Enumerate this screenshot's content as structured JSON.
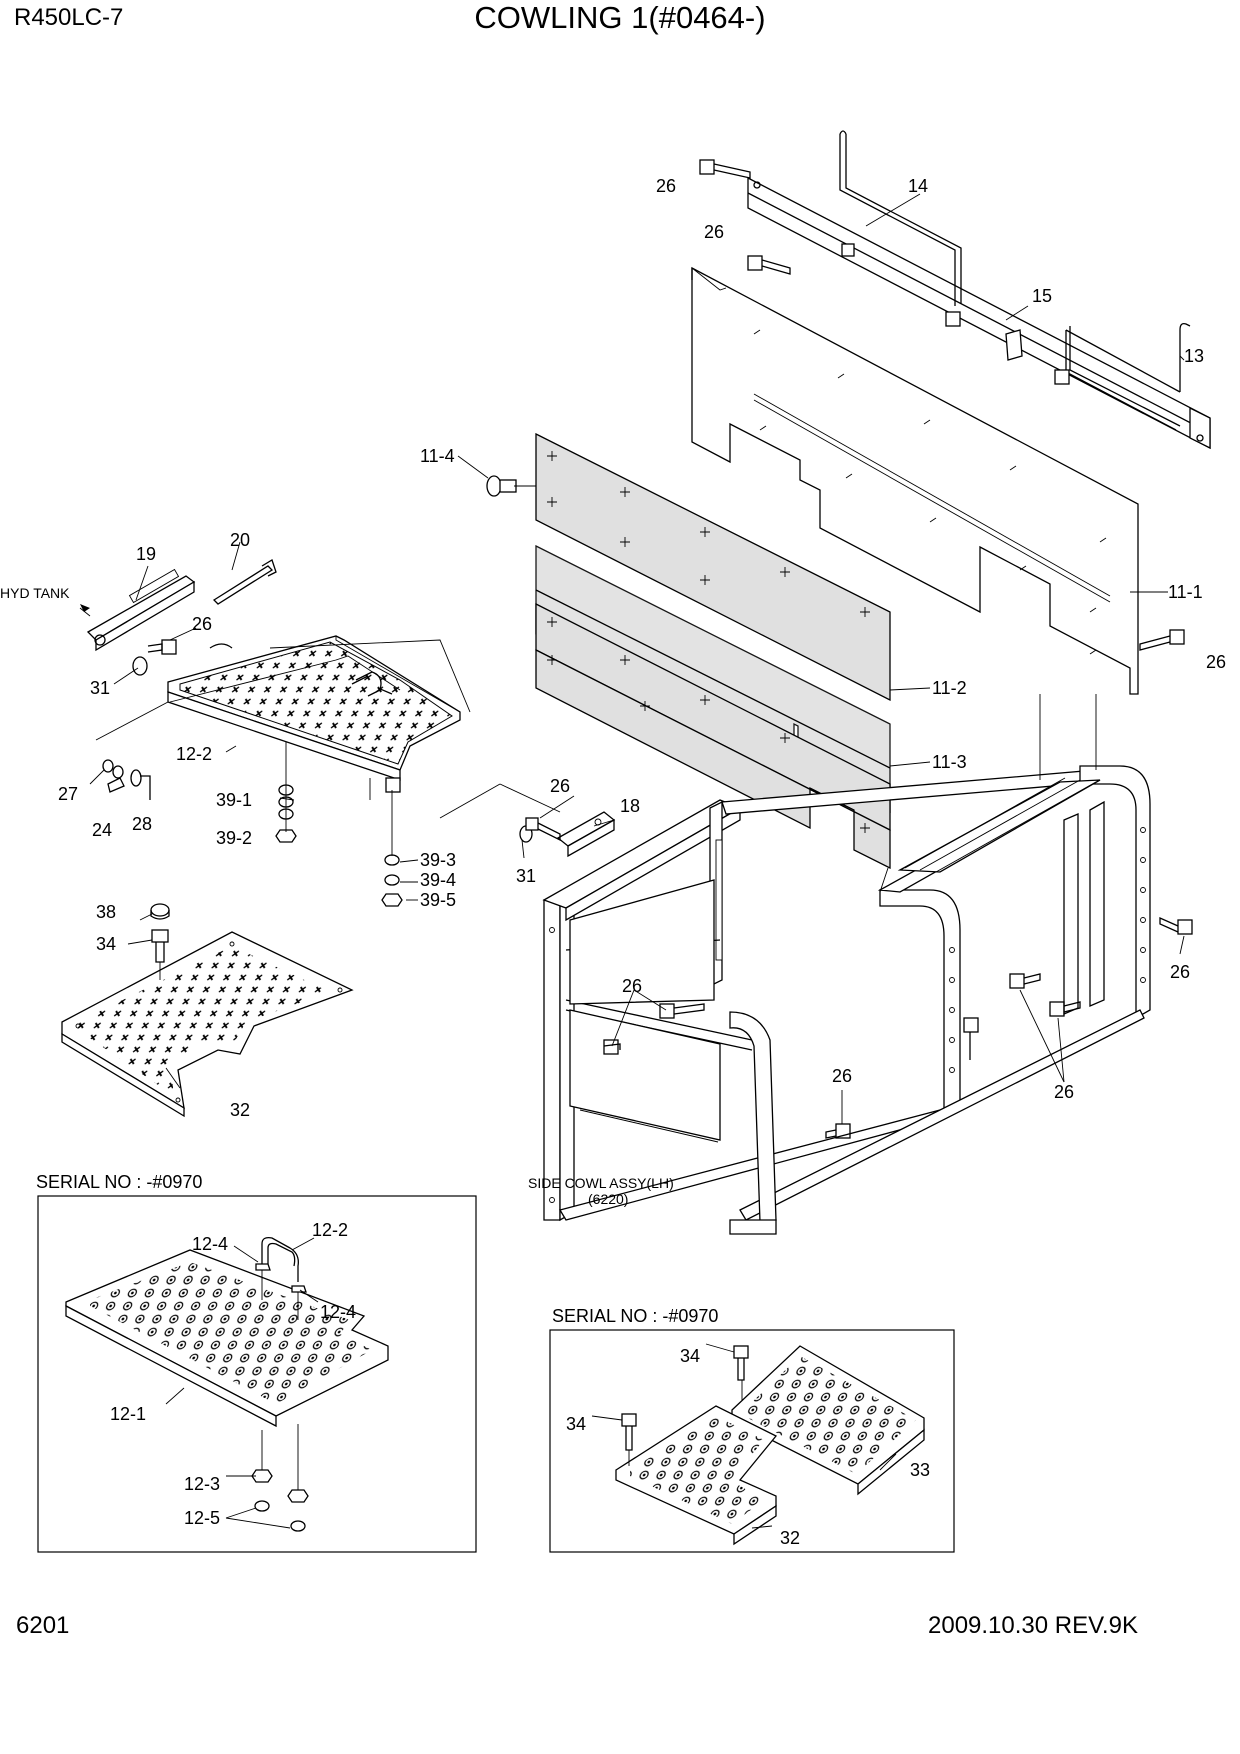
{
  "header": {
    "model": "R450LC-7",
    "title": "COWLING 1(#0464-)"
  },
  "footer": {
    "page": "6201",
    "revision": "2009.10.30  REV.9K"
  },
  "callouts": {
    "p26a": "26",
    "p14": "14",
    "p26b": "26",
    "p15": "15",
    "p13": "13",
    "p11_4": "11-4",
    "p11_1": "11-1",
    "p26c": "26",
    "p11_2": "11-2",
    "p11_3": "11-3",
    "p19": "19",
    "p20": "20",
    "p26d": "26",
    "p31a": "31",
    "p12_2": "12-2",
    "p27": "27",
    "p24": "24",
    "p28": "28",
    "p39_1": "39-1",
    "p39_2": "39-2",
    "p39_3": "39-3",
    "p39_4": "39-4",
    "p39_5": "39-5",
    "p26e": "26",
    "p18": "18",
    "p31b": "31",
    "p38": "38",
    "p34a": "34",
    "p32a": "32",
    "p26f": "26",
    "p26g": "26",
    "p26h": "26",
    "p26i": "26"
  },
  "annotations": {
    "hyd_tank": "HYD TANK",
    "side_cowl": "SIDE COWL ASSY(LH)",
    "side_cowl_ref": "(6220)"
  },
  "inset_left": {
    "serial": "SERIAL NO : -#0970",
    "labels": {
      "p12_4a": "12-4",
      "p12_2": "12-2",
      "p12_4b": "12-4",
      "p12_1": "12-1",
      "p12_3": "12-3",
      "p12_5": "12-5"
    }
  },
  "inset_right": {
    "serial": "SERIAL NO : -#0970",
    "labels": {
      "p34a": "34",
      "p34b": "34",
      "p33": "33",
      "p32": "32"
    }
  }
}
